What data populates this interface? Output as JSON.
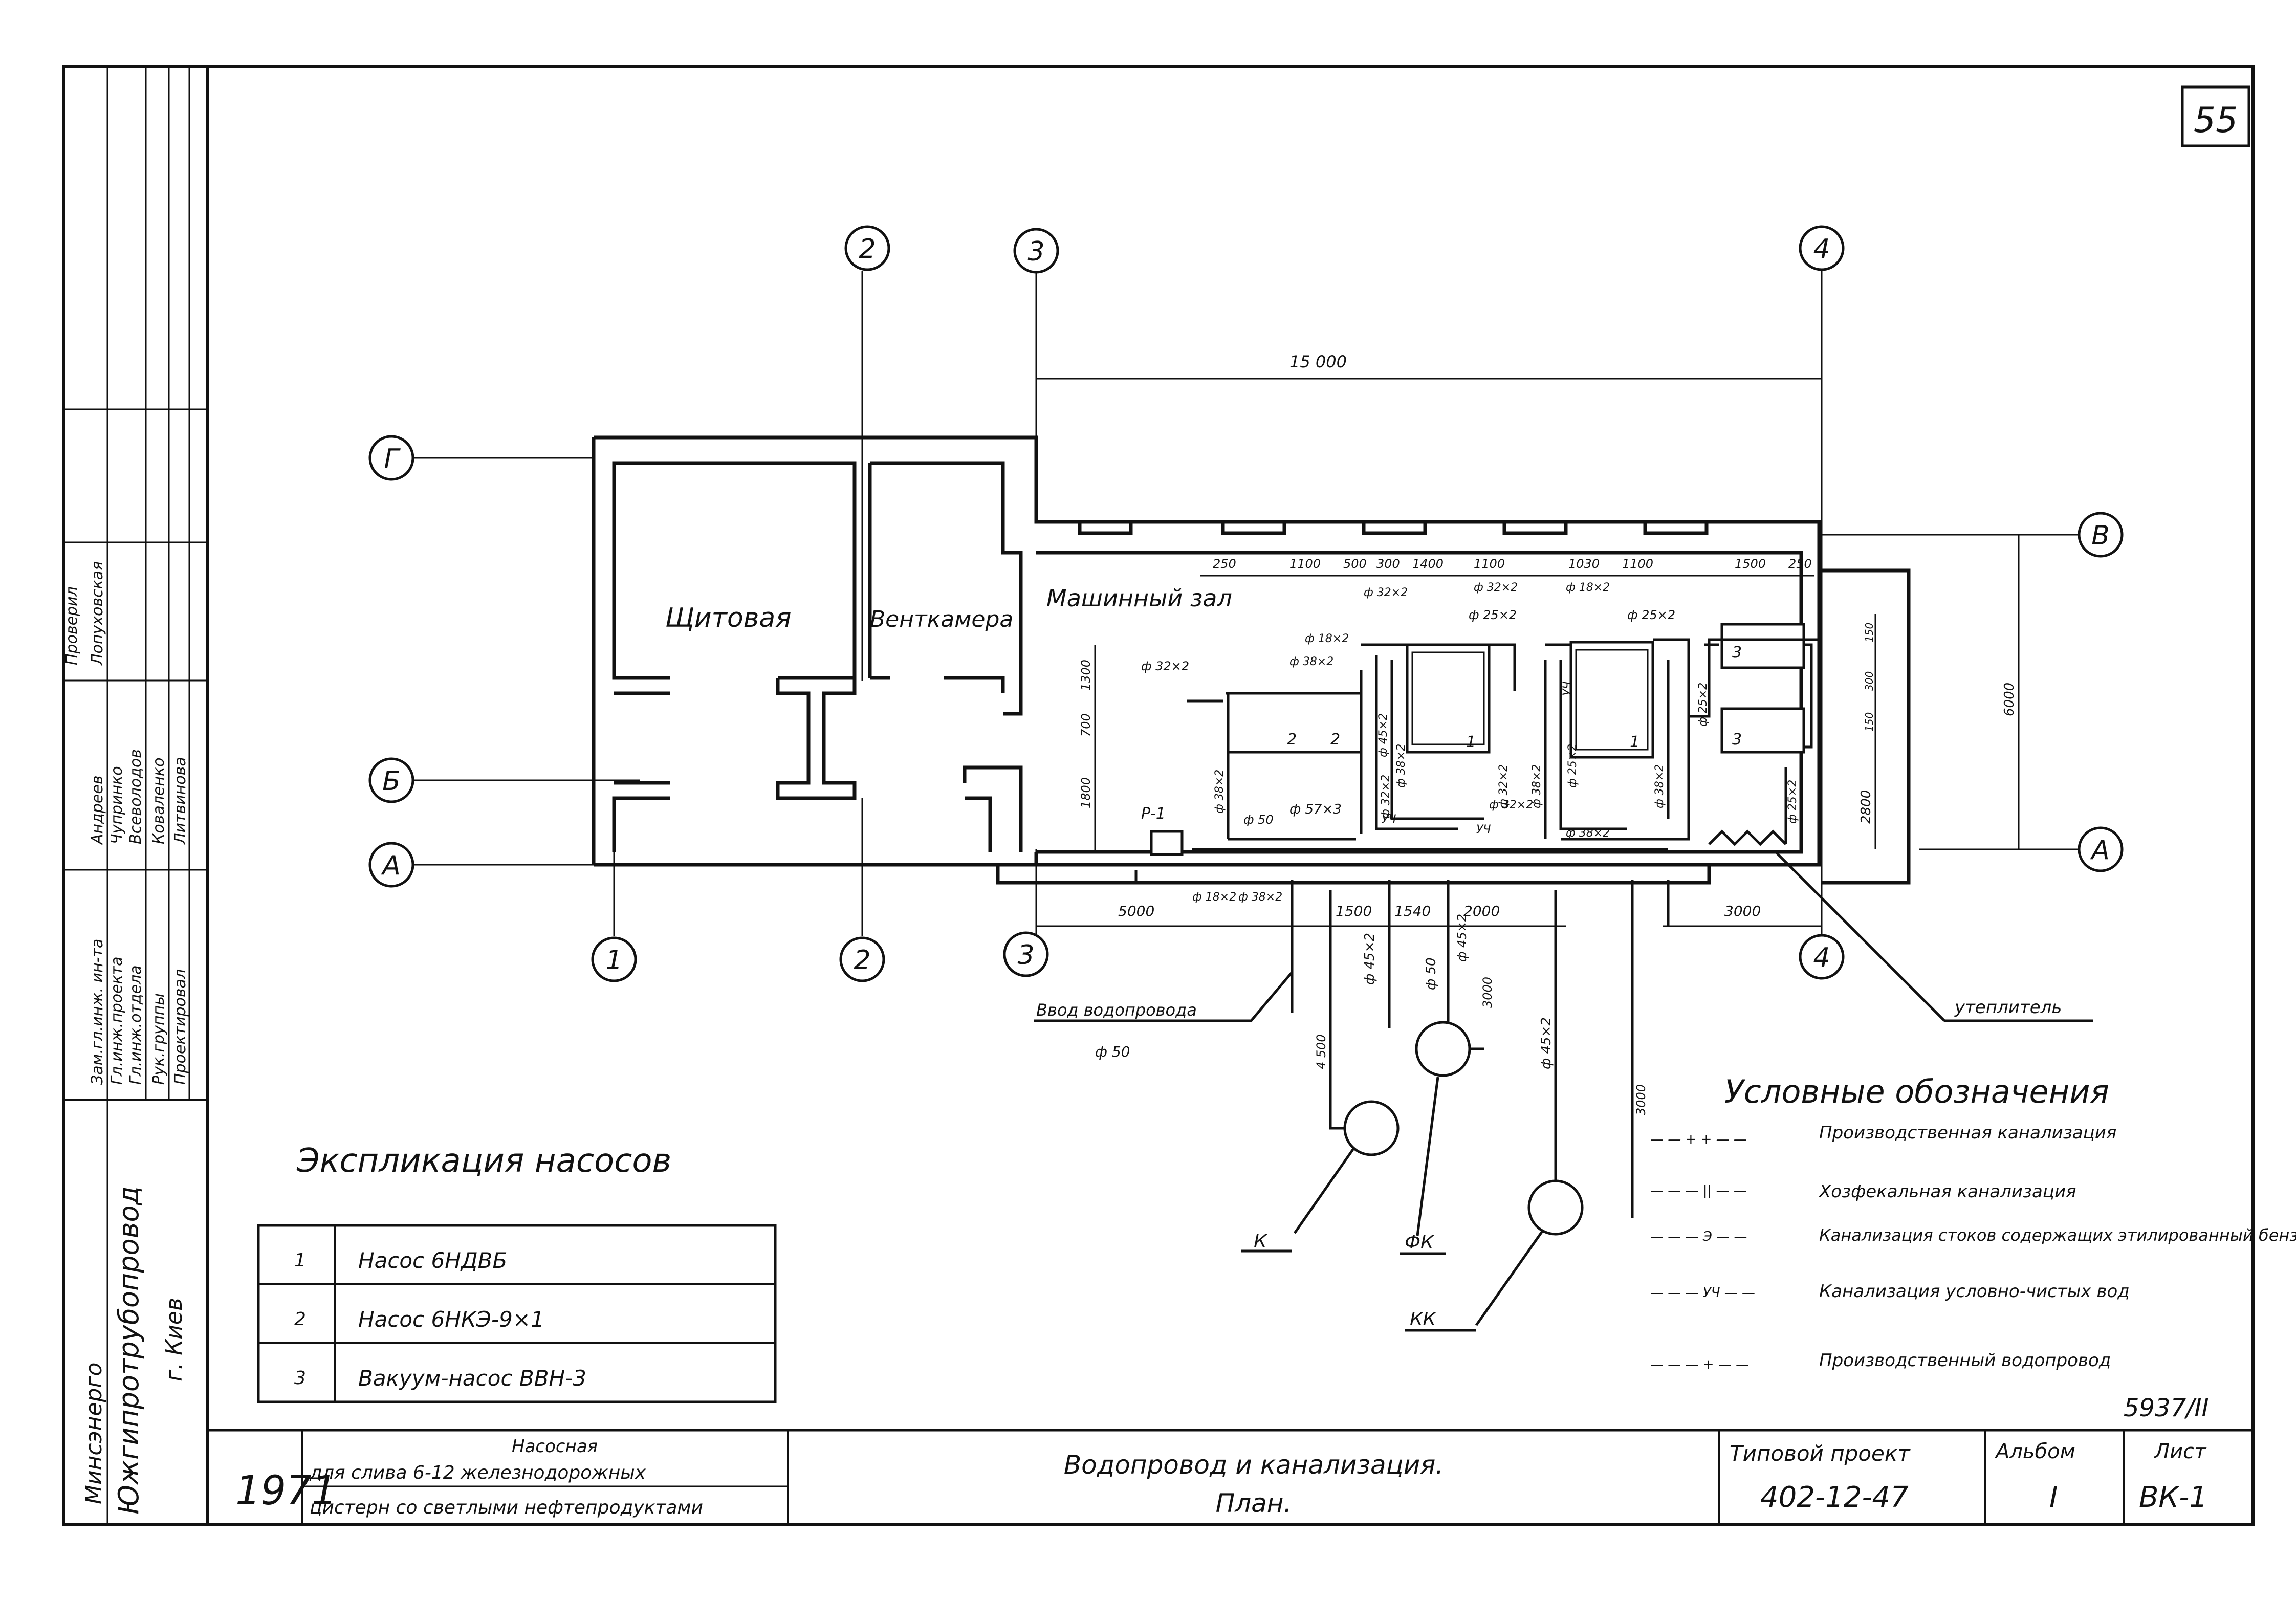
{
  "sheet_number": "55",
  "axes": {
    "top": [
      "2",
      "3",
      "4"
    ],
    "bottom": [
      "1",
      "2",
      "3",
      "4"
    ],
    "left": [
      "Г",
      "Б",
      "А"
    ],
    "right": [
      "В",
      "А"
    ]
  },
  "rooms": {
    "switchboard": "Щитовая",
    "vent_chamber": "Венткамера",
    "machine_hall": "Машинный зал"
  },
  "dimensions": {
    "overall_top": "15 000",
    "row_top": [
      "250",
      "1100",
      "500",
      "300",
      "1400",
      "1100",
      "1030",
      "1100",
      "1500",
      "250"
    ],
    "left_vertical": [
      "1300",
      "700",
      "1800"
    ],
    "bottom": [
      "5000",
      "1500",
      "1540",
      "2000",
      "3000"
    ],
    "right": [
      "6000",
      "2800"
    ],
    "small_right": [
      "150",
      "300",
      "150"
    ],
    "risers": [
      "4 500",
      "3000",
      "3000"
    ]
  },
  "pipe_labels": {
    "machine": [
      "ф 18×2",
      "ф 32×2",
      "ф 38×2",
      "ф 32×2",
      "ф 25×2",
      "ф 32×2",
      "ф 18×2",
      "ф 25×2",
      "ф 45×2",
      "ф 38×2",
      "ф 32×2",
      "ф 32×2",
      "ф 38×2",
      "ф 25×2",
      "ф 38×2",
      "ф 25×2",
      "ф 38×2",
      "ф 25×2",
      "ф 38×2",
      "ф 50",
      "ф 57×3",
      "ф 18×2",
      "ф 38×2",
      "ф 32×2"
    ],
    "risers": [
      "ф 45×2",
      "ф 50",
      "ф 45×2",
      "ф 45×2"
    ],
    "inlet": "Ввод водопровода",
    "inlet_dia": "ф 50",
    "insulation": "утеплитель",
    "pit": "Р-1",
    "uch_marks": [
      "УЧ",
      "УЧ",
      "УЧ"
    ]
  },
  "equipment_numbers": [
    "2",
    "2",
    "1",
    "1",
    "3",
    "3"
  ],
  "wells": [
    "К",
    "ФК",
    "КК"
  ],
  "legend": {
    "title": "Условные обозначения",
    "items": [
      {
        "symbol": "— — + + — —",
        "text": "Производственная канализация"
      },
      {
        "symbol": "— — — || — —",
        "text": "Хозфекальная канализация"
      },
      {
        "symbol": "— — — Э — —",
        "text": "Канализация стоков содержащих этилированный бензин"
      },
      {
        "symbol": "— — — УЧ — —",
        "text": "Канализация условно-чистых вод"
      },
      {
        "symbol": "— — — + — —",
        "text": "Производственный водопровод"
      }
    ]
  },
  "pump_table": {
    "title": "Экспликация насосов",
    "rows": [
      {
        "no": "1",
        "name": "Насос 6НДВБ"
      },
      {
        "no": "2",
        "name": "Насос 6НКЭ-9×1"
      },
      {
        "no": "3",
        "name": "Вакуум-насос ВВН-3"
      }
    ]
  },
  "stamp": {
    "year": "1971",
    "object_title": "Насосная",
    "object_line2": "для слива 6-12 железнодорожных",
    "object_line3": "цистерн со светлыми нефтепродуктами",
    "drawing_title_1": "Водопровод и канализация.",
    "drawing_title_2": "План.",
    "project_label": "Типовой проект",
    "project_no": "402-12-47",
    "album_label": "Альбом",
    "album_no": "I",
    "sheet_label": "Лист",
    "sheet_code": "ВК-1",
    "archive_no": "5937/II"
  },
  "side_stamp": {
    "org_1": "Минсэнерго",
    "org_2": "Южгипротрубопровод",
    "city": "г. Киев",
    "roles": [
      "Зам.гл.инж. ин-та",
      "Гл.инж.проекта",
      "Гл.инж.отдела",
      "Рук.группы",
      "Проектировал"
    ],
    "names": [
      "Андреев",
      "Чупринко",
      "Всеволодов",
      "Коваленко",
      "Литвинова",
      "Проверил",
      "Лопуховская"
    ]
  }
}
